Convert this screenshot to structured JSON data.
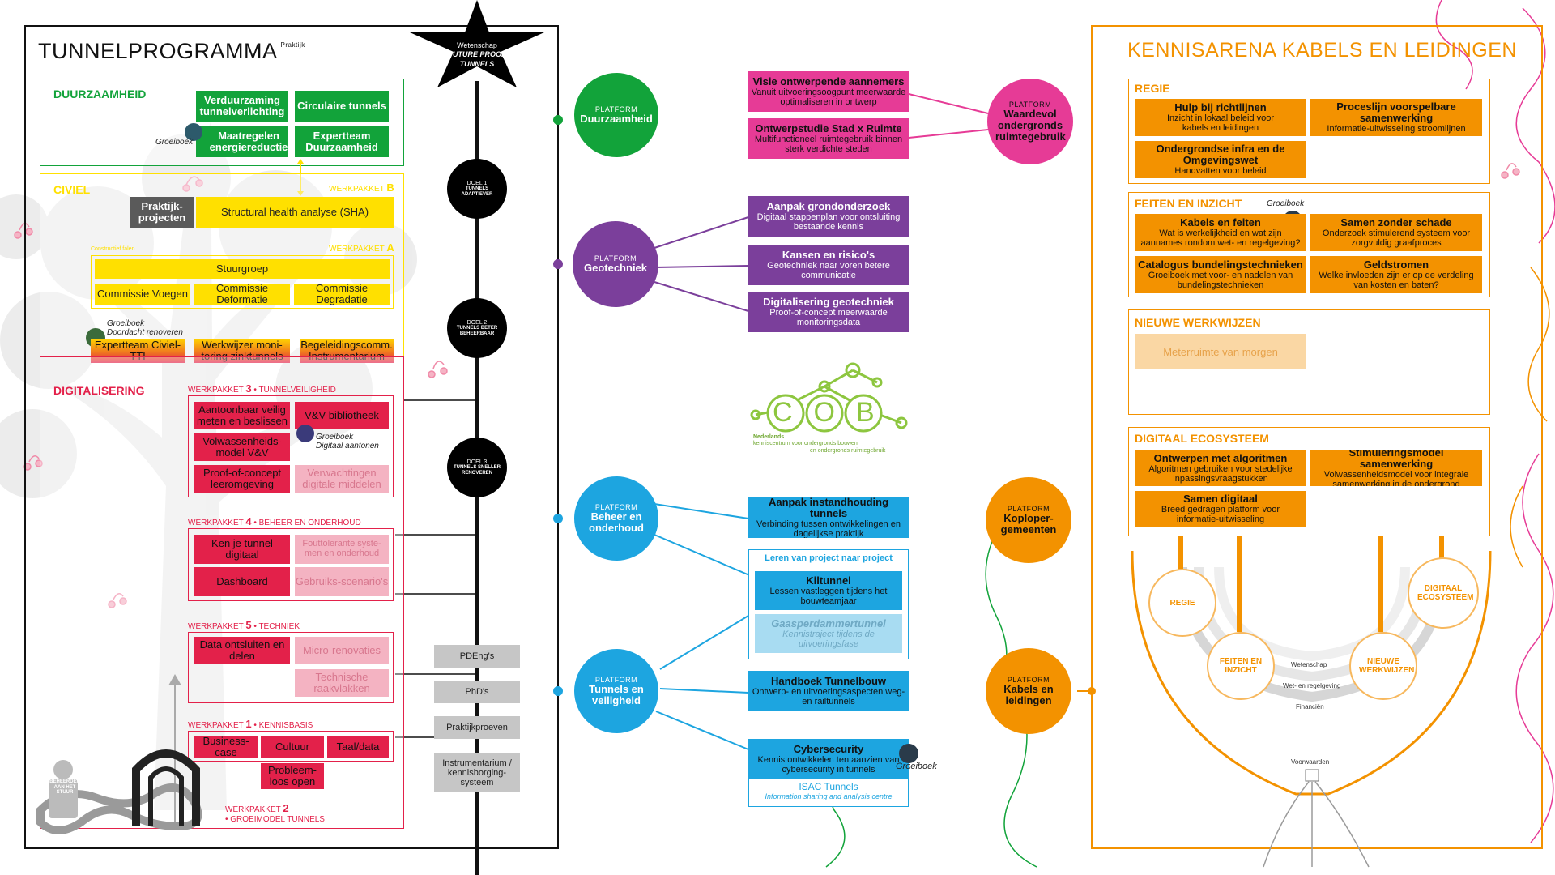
{
  "colors": {
    "green": "#12a33a",
    "yellow": "#ffe000",
    "red": "#e3214a",
    "purple": "#7b3f9b",
    "magenta": "#e63b96",
    "blue": "#1da5e0",
    "orange": "#f39200"
  },
  "tunnel": {
    "title": "TUNNELPROGRAMMA",
    "title_sup": "Praktijk",
    "star": {
      "line1": "Wetenschap",
      "line2": "FUTURE PROOF",
      "line3": "TUNNELS"
    },
    "doelen": [
      {
        "label": "DOEL 1",
        "text": "TUNNELS ADAPTIEVER"
      },
      {
        "label": "DOEL 2",
        "text": "TUNNELS BETER BEHEERBAAR"
      },
      {
        "label": "DOEL 3",
        "text": "TUNNELS SNELLER RENOVEREN"
      }
    ],
    "duurzaamheid": {
      "label": "DUURZAAMHEID",
      "groeiboek": "Groeiboek",
      "items": [
        "Verduurzaming tunnelverlichting",
        "Circulaire tunnels",
        "Maatregelen energiereductie",
        "Expertteam Duurzaamheid"
      ]
    },
    "civiel": {
      "label": "CIVIEL",
      "wpB_prefix": "WERKPAKKET",
      "wpB_letter": "B",
      "praktijk": "Praktijk-projecten",
      "sha": "Structural health analyse (SHA)",
      "constructief": "Constructief falen",
      "wpA_prefix": "WERKPAKKET",
      "wpA_letter": "A",
      "stuurgroep": "Stuurgroep",
      "commissies": [
        "Commissie Voegen",
        "Commissie Deformatie",
        "Commissie Degradatie"
      ],
      "groeiboek": "Groeiboek",
      "groeiboek_sub": "Doordacht renoveren",
      "bottom": [
        "Expertteam Civiel-TTI",
        "Werkwijzer moni-toring zinktunnels",
        "Begeleidingscomm. Instrumentarium"
      ]
    },
    "digitalisering": {
      "label": "DIGITALISERING",
      "wp3": {
        "prefix": "WERKPAKKET",
        "num": "3",
        "title": "• TUNNELVEILIGHEID"
      },
      "wp3_items": [
        "Aantoonbaar veilig meten en beslissen",
        "V&V-bibliotheek",
        "Volwassenheids-model V&V",
        "Proof-of-concept leeromgeving",
        "Verwachtingen digitale middelen"
      ],
      "wp3_groeiboek": "Groeiboek",
      "wp3_groeiboek_sub": "Digitaal aantonen",
      "wp4": {
        "prefix": "WERKPAKKET",
        "num": "4",
        "title": "• BEHEER EN ONDERHOUD"
      },
      "wp4_items": [
        "Ken je tunnel digitaal",
        "Fouttolerante syste-men en onderhoud",
        "Dashboard",
        "Gebruiks-scenario's"
      ],
      "wp5": {
        "prefix": "WERKPAKKET",
        "num": "5",
        "title": "• TECHNIEK"
      },
      "wp5_items": [
        "Data ontsluiten en delen",
        "Micro-renovaties",
        "Technische raakvlakken"
      ],
      "wp1": {
        "prefix": "WERKPAKKET",
        "num": "1",
        "title": "• KENNISBASIS"
      },
      "wp1_items": [
        "Business-case",
        "Cultuur",
        "Taal/data",
        "Probleem-loos open"
      ],
      "wp2": {
        "prefix": "WERKPAKKET",
        "num": "2",
        "title": "• GROEIMODEL TUNNELS"
      }
    },
    "beheerder": "BEHEERDER AAN HET STUUR",
    "grey_items": [
      "PDEng's",
      "PhD's",
      "Praktijkproeven",
      "Instrumentarium / kennisborging-systeem"
    ]
  },
  "platforms": [
    {
      "label": "PLATFORM",
      "name": "Duurzaamheid"
    },
    {
      "label": "PLATFORM",
      "name": "Geotechniek"
    },
    {
      "label": "PLATFORM",
      "name": "Beheer en onderhoud"
    },
    {
      "label": "PLATFORM",
      "name": "Tunnels en veiligheid"
    },
    {
      "label": "PLATFORM",
      "name": "Waardevol ondergronds ruimtegebruik"
    },
    {
      "label": "PLATFORM",
      "name": "Koploper-gemeenten"
    },
    {
      "label": "PLATFORM",
      "name": "Kabels en leidingen"
    }
  ],
  "magenta_items": [
    {
      "title": "Visie ontwerpende aannemers",
      "sub": "Vanuit uitvoeringsoogpunt meerwaarde optimaliseren in ontwerp"
    },
    {
      "title": "Ontwerpstudie Stad x Ruimte",
      "sub": "Multifunctioneel ruimtegebruik binnen sterk verdichte steden"
    }
  ],
  "purple_items": [
    {
      "title": "Aanpak grondonderzoek",
      "sub": "Digitaal stappenplan voor ontsluiting bestaande kennis"
    },
    {
      "title": "Kansen en risico's",
      "sub": "Geotechniek naar voren betere communicatie"
    },
    {
      "title": "Digitalisering geotechniek",
      "sub": "Proof-of-concept meerwaarde monitoringsdata"
    }
  ],
  "cob": {
    "letters": "COB",
    "line1": "Nederlands",
    "line2": "kenniscentrum voor ondergronds bouwen",
    "line3": "en ondergronds ruimtegebruik"
  },
  "blue_items": {
    "aanpak": {
      "title": "Aanpak instandhouding tunnels",
      "sub": "Verbinding tussen ontwikkelingen en dagelijkse praktijk"
    },
    "leren_title": "Leren van project naar project",
    "kiltunnel": {
      "title": "Kiltunnel",
      "sub": "Lessen vastleggen tijdens het bouwteamjaar"
    },
    "gaasper": {
      "title": "Gaasperdammertunnel",
      "sub": "Kennistraject tijdens de uitvoeringsfase"
    },
    "handboek": {
      "title": "Handboek Tunnelbouw",
      "sub": "Ontwerp- en uitvoeringsaspecten weg- en railtunnels"
    },
    "cyber": {
      "title": "Cybersecurity",
      "sub": "Kennis ontwikkelen ten aanzien van cybersecurity in tunnels"
    },
    "isac": {
      "title": "ISAC Tunnels",
      "sub": "Information sharing and analysis centre"
    },
    "groeiboek": "Groeiboek"
  },
  "kennisarena": {
    "title": "KENNISARENA KABELS EN LEIDINGEN",
    "regie": {
      "label": "REGIE",
      "items": [
        {
          "title": "Hulp bij richtlijnen",
          "sub": "Inzicht in lokaal beleid voor kabels en leidingen"
        },
        {
          "title": "Proceslijn voorspelbare samenwerking",
          "sub": "Informatie-uitwisseling stroomlijnen"
        },
        {
          "title": "Ondergrondse infra en de Omgevingswet",
          "sub": "Handvatten voor beleid"
        }
      ]
    },
    "feiten": {
      "label": "FEITEN EN INZICHT",
      "groeiboek": "Groeiboek",
      "items": [
        {
          "title": "Kabels en feiten",
          "sub": "Wat is werkelijkheid en wat zijn aannames rondom wet- en regelgeving?"
        },
        {
          "title": "Samen zonder schade",
          "sub": "Onderzoek stimulerend systeem voor zorgvuldig graafproces"
        },
        {
          "title": "Catalogus bundelingstechnieken",
          "sub": "Groeiboek met voor- en nadelen van bundelingstechnieken"
        },
        {
          "title": "Geldstromen",
          "sub": "Welke invloeden zijn er op de verdeling van kosten en baten?"
        }
      ]
    },
    "nieuwe": {
      "label": "NIEUWE WERKWIJZEN",
      "items": [
        "Meterruimte van morgen"
      ]
    },
    "digitaal": {
      "label": "DIGITAAL ECOSYSTEEM",
      "items": [
        {
          "title": "Ontwerpen met algoritmen",
          "sub": "Algoritmen gebruiken voor stedelijke inpassingsvraagstukken"
        },
        {
          "title": "Stimuleringsmodel samenwerking",
          "sub": "Volwassenheidsmodel voor integrale samenwerking in de ondergrond"
        },
        {
          "title": "Samen digitaal",
          "sub": "Breed gedragen platform voor informatie-uitwisseling"
        }
      ]
    },
    "tree": {
      "circles": [
        "REGIE",
        "DIGITAAL ECOSYSTEEM",
        "FEITEN EN INZICHT",
        "NIEUWE WERKWIJZEN"
      ],
      "arcs": [
        "Wetenschap",
        "Wet- en regelgeving",
        "Financiën"
      ],
      "voorwaarden": "Voorwaarden"
    }
  }
}
